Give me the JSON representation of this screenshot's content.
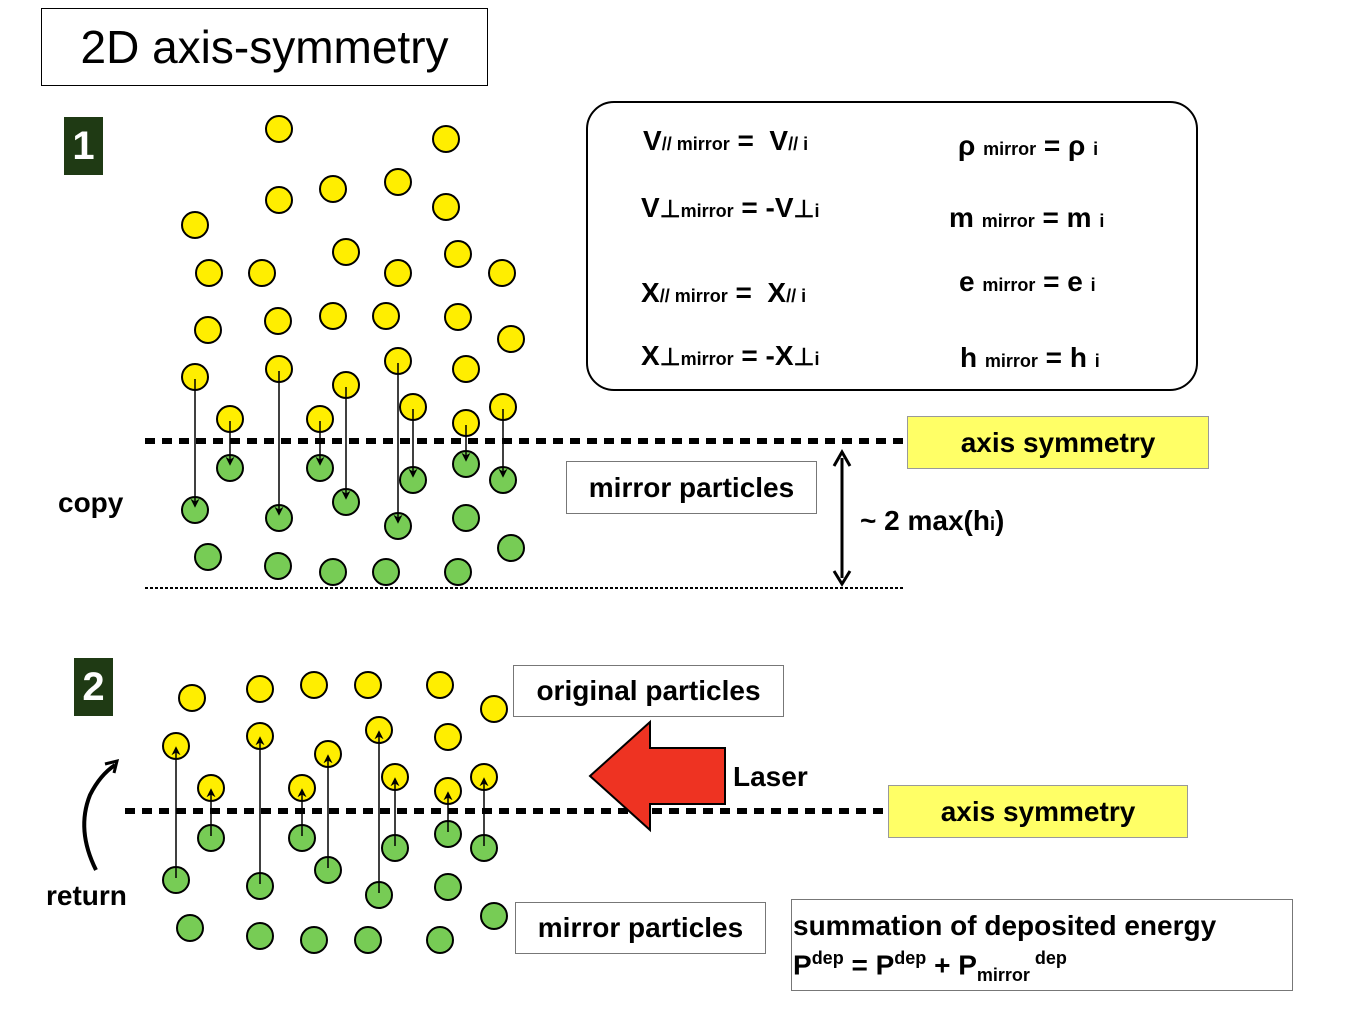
{
  "title": "2D axis-symmetry",
  "steps": [
    "1",
    "2"
  ],
  "formulas": {
    "v_par": {
      "lhs": "V",
      "lhs_sub": "// mirror",
      "eq": " =  ",
      "rhs": "V",
      "rhs_sub": "// i"
    },
    "v_perp": {
      "lhs": "V",
      "perp": "⊥",
      "lhs_sub": "mirror",
      "eq": " = -",
      "rhs": "V",
      "rhs_sub": "i"
    },
    "x_par": {
      "lhs": "X",
      "lhs_sub": "// mirror",
      "eq": " =  ",
      "rhs": "X",
      "rhs_sub": "// i"
    },
    "x_perp": {
      "lhs": "X",
      "perp": "⊥",
      "lhs_sub": "mirror",
      "eq": " = -",
      "rhs": "X",
      "rhs_sub": "i"
    },
    "rho": {
      "lhs": "ρ",
      "lhs_sub": "mirror",
      "eq": " = ",
      "rhs": "ρ",
      "rhs_sub": "i"
    },
    "m": {
      "lhs": "m",
      "lhs_sub": "mirror",
      "eq": " = ",
      "rhs": "m",
      "rhs_sub": "i"
    },
    "e": {
      "lhs": "e",
      "lhs_sub": "mirror",
      "eq": " = ",
      "rhs": "e",
      "rhs_sub": "i"
    },
    "h": {
      "lhs": "h",
      "lhs_sub": "mirror",
      "eq": " = ",
      "rhs": "h",
      "rhs_sub": "i"
    }
  },
  "panel1": {
    "axis_label": "axis symmetry",
    "mirror_label": "mirror particles",
    "copy_label": "copy",
    "range_label": "~ 2 max(h",
    "range_sub": "i",
    "range_close": ")"
  },
  "panel2": {
    "original_label": "original particles",
    "laser_label": "Laser",
    "axis_label": "axis symmetry",
    "mirror_label": "mirror particles",
    "return_label": "return",
    "summation_line1": "summation of deposited energy",
    "summation_p1": "P",
    "summation_sup1": "dep",
    "summation_eq": " = P",
    "summation_sup2": "dep",
    "summation_plus": " + P",
    "summation_sub3": "mirror",
    "summation_sup3": " dep"
  },
  "colors": {
    "original_particle": "#ffee00",
    "mirror_particle": "#77cc55",
    "step_badge": "#1f3a14",
    "label_highlight": "#ffff66",
    "laser_arrow": "#ee3322"
  }
}
